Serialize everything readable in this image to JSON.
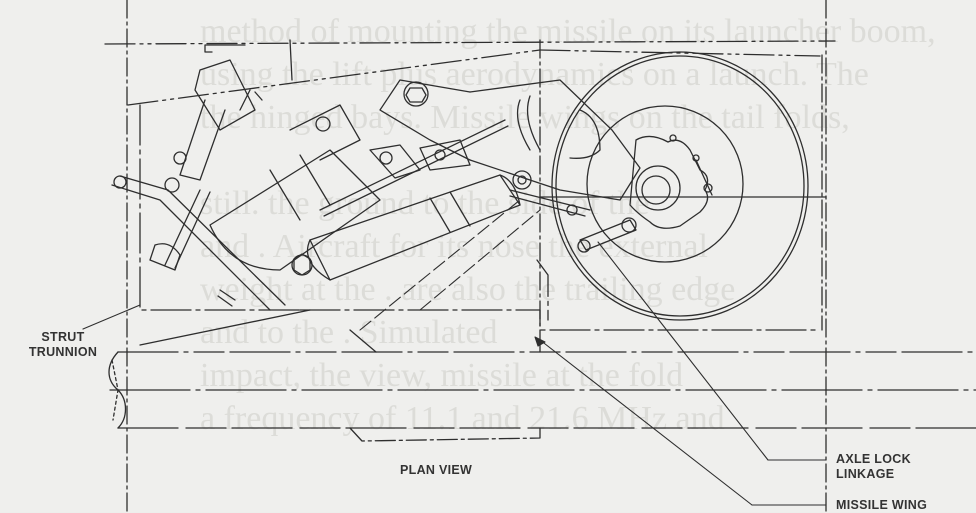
{
  "figure": {
    "title": "PLAN VIEW",
    "subject": "landing gear strut assembly with wheel"
  },
  "labels": {
    "strut_trunnion": [
      "STRUT",
      "TRUNNION"
    ],
    "axle_lock_linkage": [
      "AXLE LOCK",
      "LINKAGE"
    ],
    "missile_wing": "MISSILE WING",
    "plan_view": "PLAN VIEW"
  },
  "background_showthrough": [
    "method of mounting the missile on its launcher boom,",
    "using the lift plus aerodynamics on a launch. The",
    "the hinged bays. Missile wings on the tail folds,",
    "",
    "still. the ground to the side of the",
    "and . Aircraft for its nose the external",
    "weight at the . are also the trailing edge",
    "and to the . Simulated",
    "impact, the view, missile at the fold",
    "a frequency of 11.1 and 21.6 MHz and"
  ],
  "colors": {
    "paper": "#efefed",
    "ink": "#2e2e2e",
    "ghost_text": "#dcdcd8"
  }
}
